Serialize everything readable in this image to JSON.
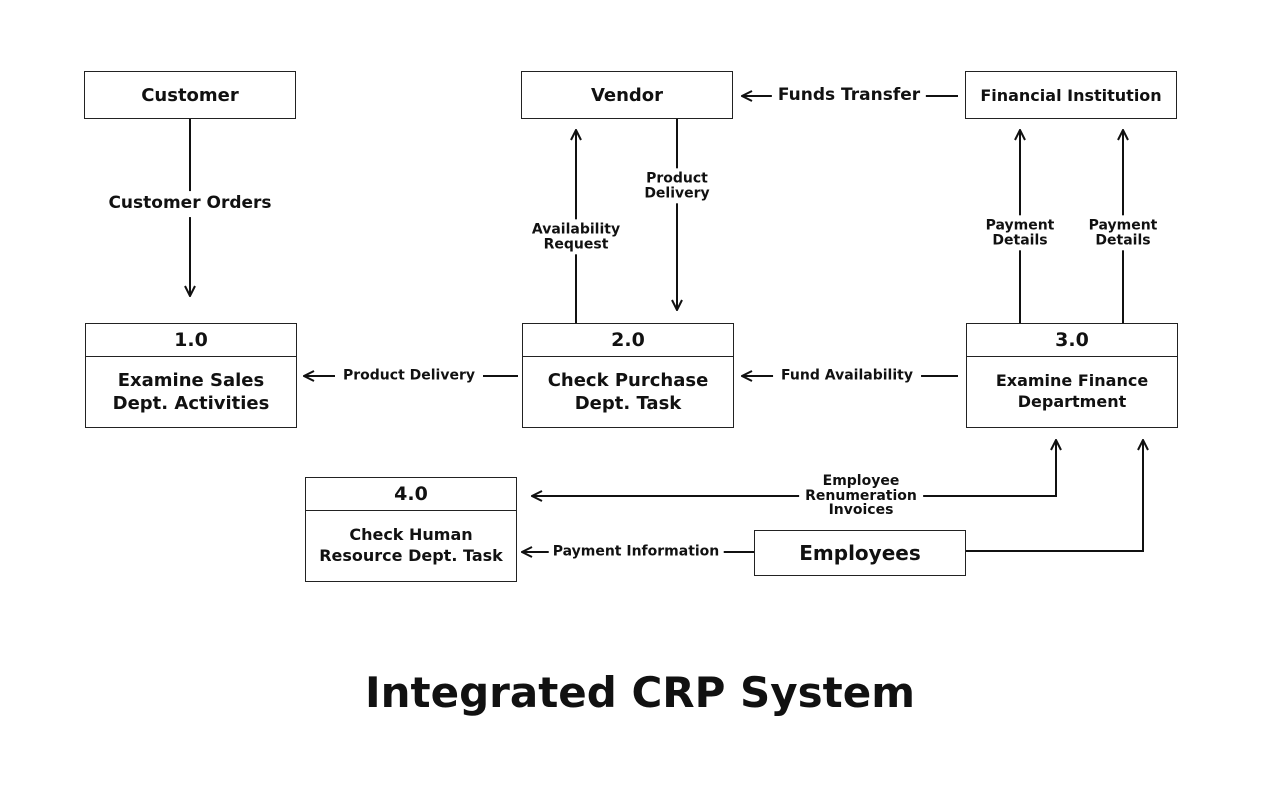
{
  "title": "Integrated CRP System",
  "entities": {
    "customer": "Customer",
    "vendor": "Vendor",
    "financial_institution": "Financial Institution",
    "employees": "Employees"
  },
  "processes": {
    "p1": {
      "number": "1.0",
      "name": "Examine Sales Dept. Activities"
    },
    "p2": {
      "number": "2.0",
      "name": "Check Purchase Dept. Task"
    },
    "p3": {
      "number": "3.0",
      "name": "Examine Finance Department"
    },
    "p4": {
      "number": "4.0",
      "name": "Check Human Resource Dept. Task"
    }
  },
  "flows": {
    "customer_orders": "Customer Orders",
    "funds_transfer": "Funds Transfer",
    "availability_request": [
      "Availability",
      "Request"
    ],
    "product_delivery_vendor": [
      "Product",
      "Delivery"
    ],
    "payment_details_1": [
      "Payment",
      "Details"
    ],
    "payment_details_2": [
      "Payment",
      "Details"
    ],
    "product_delivery": "Product Delivery",
    "fund_availability": "Fund Availability",
    "employee_renumeration": [
      "Employee",
      "Renumeration",
      "Invoices"
    ],
    "payment_information": "Payment Information"
  }
}
